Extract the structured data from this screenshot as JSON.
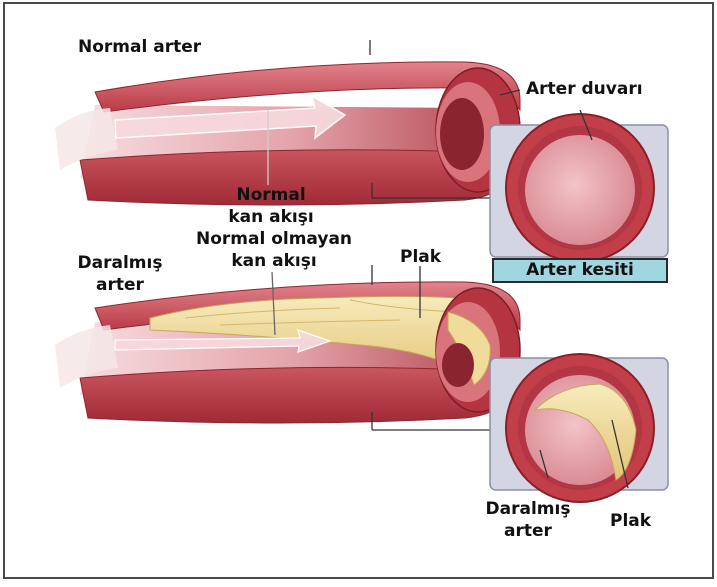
{
  "labels": {
    "normal_artery": "Normal arter",
    "artery_wall": "Arter duvarı",
    "normal_flow_line1": "Normal",
    "normal_flow_line2": "kan akışı",
    "abnormal_flow_line1": "Normal olmayan",
    "abnormal_flow_line2": "kan akışı",
    "narrowed_artery_line1": "Daralmış",
    "narrowed_artery_line2": "arter",
    "plaque_top": "Plak",
    "cross_section": "Arter kesiti",
    "narrowed_cross_line1": "Daralmış",
    "narrowed_cross_line2": "arter",
    "plaque_bottom": "Plak"
  },
  "colors": {
    "artery_outer": "#c0404a",
    "artery_dark": "#8a1f28",
    "artery_inner": "#e9a7ae",
    "arrow": "#f5d3d6",
    "plaque": "#f0dc9a",
    "inset_bg": "#d3d6e2",
    "label_box": "#9fd6df"
  }
}
